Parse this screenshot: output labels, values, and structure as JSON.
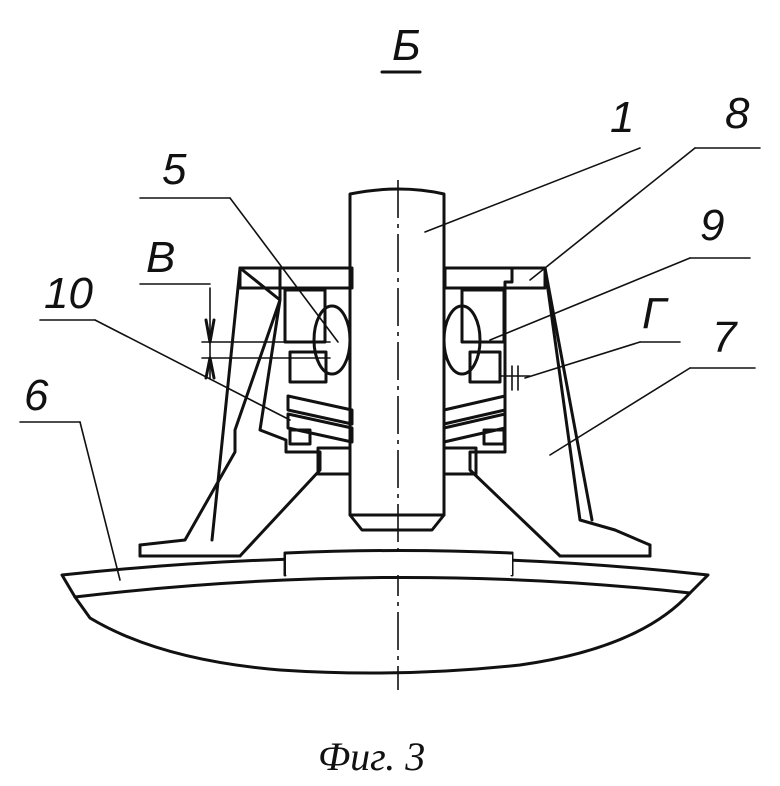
{
  "view_label": "Б",
  "caption": "Фиг. 3",
  "labels": {
    "part_1": "1",
    "part_5": "5",
    "part_6": "6",
    "part_7": "7",
    "part_8": "8",
    "part_9": "9",
    "part_10": "10",
    "gap_v": "В",
    "gap_g": "Г"
  },
  "colors": {
    "ink": "#111111",
    "paper": "#ffffff"
  }
}
